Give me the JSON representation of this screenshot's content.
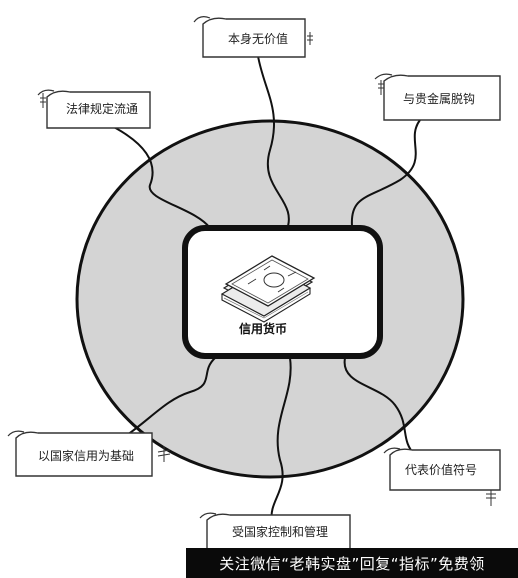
{
  "center": {
    "label": "信用货币",
    "icon": "money-stack-icon"
  },
  "labels": {
    "top": "本身无价值",
    "left_top": "法律规定流通",
    "right_top": "与贵金属脱钩",
    "left_bottom": "以国家信用为基础",
    "right_bottom": "代表价值符号",
    "bottom": "受国家控制和管理"
  },
  "watermark": "关注微信“老韩实盘”回复“指标”免费领",
  "colors": {
    "circle_fill": "#d4d4d4",
    "box_stroke": "#111111",
    "banner_bg": "#0a0a0a"
  }
}
